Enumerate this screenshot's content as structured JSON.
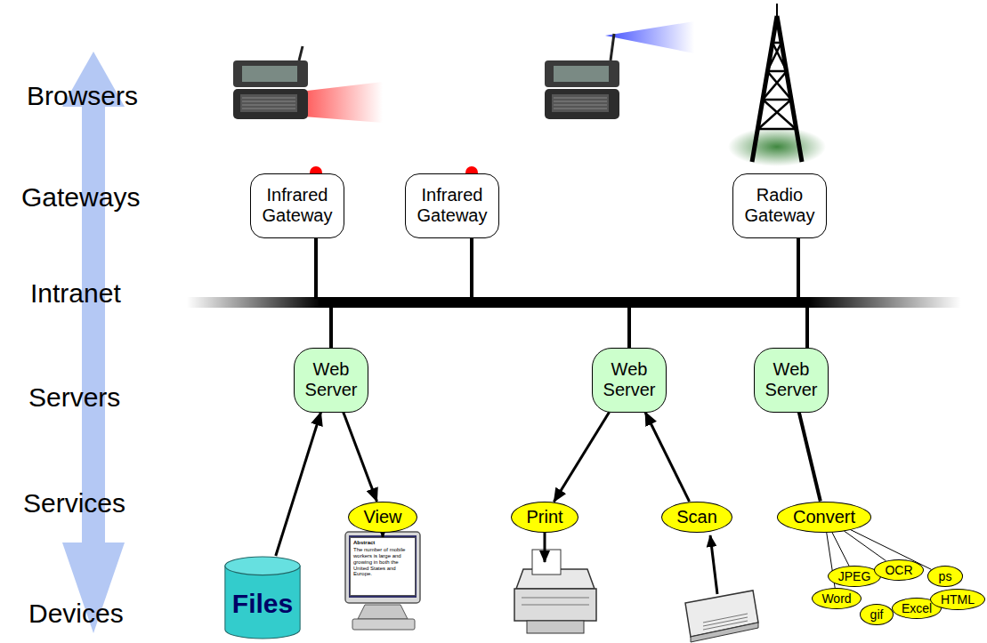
{
  "diagram": {
    "nodes": [
      {
        "text": [
          "Infrared Gateway"
        ]
      },
      {
        "text": [
          "Infrared Gateway"
        ]
      },
      {
        "text": [
          "Radio Gateway"
        ]
      },
      {
        "text": [
          "Web Server"
        ]
      },
      {
        "text": [
          "Web Server"
        ]
      },
      {
        "text": [
          "Web Server"
        ]
      },
      {
        "text": [
          "View"
        ]
      },
      {
        "text": [
          "Print"
        ]
      },
      {
        "text": [
          "Scan"
        ]
      },
      {
        "text": [
          "Convert"
        ]
      },
      {
        "text": [
          "Files"
        ]
      },
      {
        "text": [
          "Abstract",
          "The number of mobile workers is large and growing in both the United States and Europe."
        ]
      },
      {
        "text": [
          "Word"
        ]
      },
      {
        "text": [
          "gif"
        ]
      },
      {
        "text": [
          "Excel"
        ]
      },
      {
        "text": [
          "JPEG"
        ]
      },
      {
        "text": [
          "OCR"
        ]
      },
      {
        "text": [
          "ps"
        ]
      },
      {
        "text": [
          "HTML"
        ]
      }
    ],
    "edges": [
      {
        "from": 10,
        "to": 3,
        "arrow": "to"
      },
      {
        "from": 3,
        "to": 6,
        "arrow": "to"
      },
      {
        "from": 6,
        "to": 11,
        "arrow": "to"
      },
      {
        "from": 4,
        "to": 7,
        "arrow": "to"
      },
      {
        "from": 8,
        "to": 4,
        "arrow": "to"
      },
      {
        "from": 5,
        "to": 9,
        "arrow": "none"
      },
      {
        "from": 9,
        "to": 15,
        "arrow": "none"
      },
      {
        "from": 9,
        "to": 12,
        "arrow": "none"
      },
      {
        "from": 9,
        "to": 16,
        "arrow": "none"
      },
      {
        "from": 9,
        "to": 17,
        "arrow": "none"
      }
    ],
    "labels": [
      "Browsers",
      "Gateways",
      "Intranet",
      "Servers",
      "Services",
      "Devices"
    ]
  }
}
